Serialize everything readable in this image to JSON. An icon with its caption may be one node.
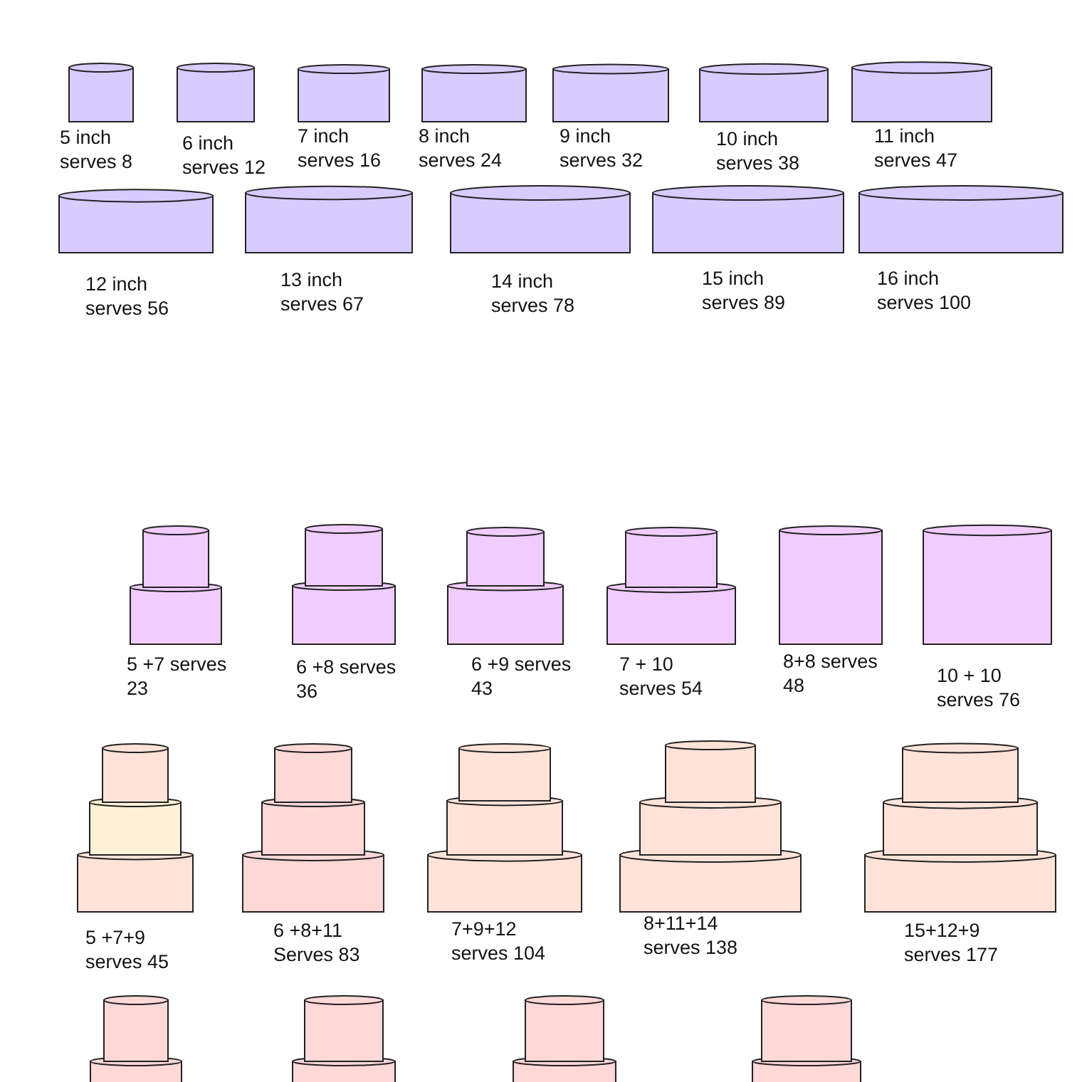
{
  "diagram": {
    "nodes": [
      {
        "text": [],
        "shape": "cylinder",
        "beside": [
          "5 inch serves 8"
        ]
      },
      {
        "text": [],
        "shape": "cylinder",
        "beside": [
          "6 inch serves 12"
        ]
      },
      {
        "text": [],
        "shape": "cylinder",
        "beside": [
          "7 inch serves 16"
        ]
      },
      {
        "text": [],
        "shape": "cylinder",
        "beside": [
          "8 inch serves 24"
        ]
      },
      {
        "text": [],
        "shape": "cylinder",
        "beside": [
          "9 inch serves 32"
        ]
      },
      {
        "text": [],
        "shape": "cylinder",
        "beside": [
          "10 inch serves 38"
        ]
      },
      {
        "text": [],
        "shape": "cylinder",
        "beside": [
          "11 inch serves 47"
        ]
      },
      {
        "text": [],
        "shape": "cylinder",
        "beside": [
          "12 inch serves 56"
        ]
      },
      {
        "text": [],
        "shape": "cylinder",
        "beside": [
          "13 inch serves 67"
        ]
      },
      {
        "text": [],
        "shape": "cylinder",
        "beside": [
          "14 inch serves 78"
        ]
      },
      {
        "text": [],
        "shape": "cylinder",
        "beside": [
          "15 inch serves 89"
        ]
      },
      {
        "text": [],
        "shape": "cylinder",
        "beside": [
          "16 inch serves 100"
        ]
      },
      {
        "text": [],
        "shape": "cylinder",
        "beside": [
          "5 +7 serves 23"
        ]
      },
      {
        "text": [],
        "shape": "cylinder",
        "beside": [
          "6 +8 serves 36"
        ]
      },
      {
        "text": [],
        "shape": "cylinder",
        "beside": [
          "6 +9 serves 43"
        ]
      },
      {
        "text": [],
        "shape": "cylinder",
        "beside": [
          "7 + 10 serves 54"
        ]
      },
      {
        "text": [],
        "shape": "cylinder",
        "beside": [
          "8+8 serves 48"
        ]
      },
      {
        "text": [],
        "shape": "cylinder",
        "beside": [
          "10 + 10 serves 76"
        ]
      },
      {
        "text": [],
        "shape": "cylinder",
        "beside": [
          "5 +7+9 serves 45"
        ]
      },
      {
        "text": [],
        "shape": "cylinder",
        "beside": [
          "6 +8+11 Serves 83"
        ]
      },
      {
        "text": [],
        "shape": "cylinder",
        "beside": [
          "7+9+12 serves 104"
        ]
      },
      {
        "text": [],
        "shape": "cylinder",
        "beside": [
          "8+11+14 serves 138"
        ]
      },
      {
        "text": [],
        "shape": "cylinder",
        "beside": [
          "15+12+9 serves 177"
        ]
      },
      {
        "text": [],
        "shape": "cylinder"
      },
      {
        "text": [],
        "shape": "cylinder"
      },
      {
        "text": [],
        "shape": "cylinder"
      },
      {
        "text": [],
        "shape": "cylinder"
      }
    ]
  }
}
